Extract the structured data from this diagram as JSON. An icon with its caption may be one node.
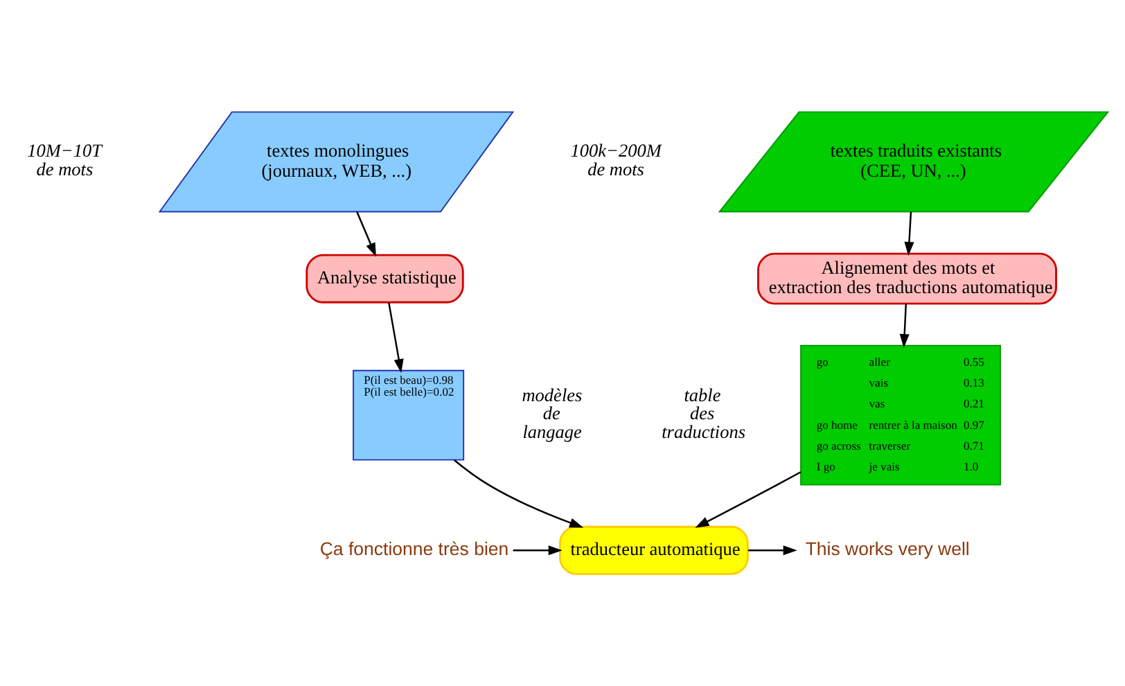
{
  "diagram": {
    "nodes": [
      {
        "text": [
          "textes traduits existants (CEE, UN, ...)"
        ],
        "beside": [
          "100k−200M de mots"
        ]
      },
      {
        "text": [
          "textes monolingues (journaux, WEB, ...)"
        ],
        "beside": [
          "10M−10T de mots"
        ]
      },
      {
        "text": [
          "Alignement des mots et extraction des traductions automatique"
        ]
      },
      {
        "text": [
          "Analyse statistique"
        ]
      },
      {
        "text": [
          "go",
          "aller",
          "0.55",
          "vais",
          "0.13",
          "vas",
          "0.21",
          "go home",
          "rentrer à la maison",
          "0.97",
          "go across",
          "traverser",
          "0.71",
          "I go",
          "je vais",
          "1.0"
        ],
        "beside": [
          "table des traductions"
        ]
      },
      {
        "text": [
          "P(il est beau)=0.98",
          "P(il est belle)=0.02"
        ],
        "beside": [
          "modèles de langage"
        ]
      },
      {
        "text": [
          "traducteur automatique"
        ]
      },
      {
        "text": [
          "Ça fonctionne très bien"
        ]
      },
      {
        "text": [
          "This works very well"
        ]
      }
    ],
    "edges": [
      {
        "from": 0,
        "to": 2,
        "arrow": "to"
      },
      {
        "from": 1,
        "to": 3,
        "arrow": "to"
      },
      {
        "from": 2,
        "to": 4,
        "arrow": "to"
      },
      {
        "from": 3,
        "to": 5,
        "arrow": "to"
      },
      {
        "from": 4,
        "to": 6,
        "arrow": "to"
      },
      {
        "from": 5,
        "to": 6,
        "arrow": "to"
      },
      {
        "from": 7,
        "to": 6,
        "arrow": "to"
      },
      {
        "from": 6,
        "to": 8,
        "arrow": "to"
      }
    ]
  }
}
